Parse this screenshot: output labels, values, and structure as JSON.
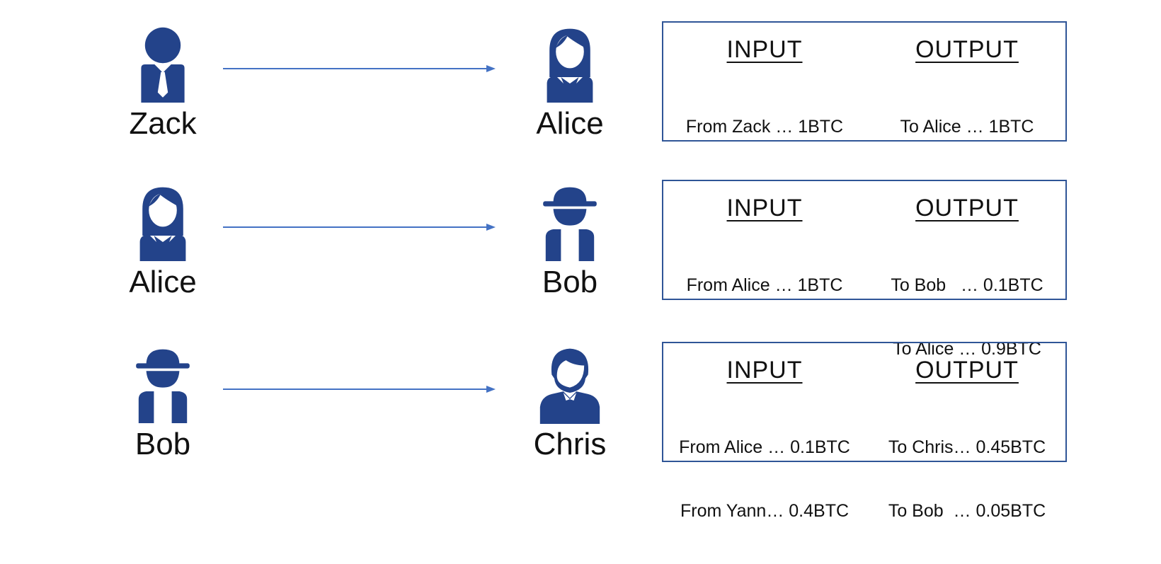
{
  "colors": {
    "icon": "#23438a",
    "arrow": "#4472c4",
    "box_border": "#2f5597"
  },
  "rows": [
    {
      "sender": {
        "name": "Zack",
        "icon": "businessman-icon"
      },
      "receiver": {
        "name": "Alice",
        "icon": "woman-icon"
      },
      "tx": {
        "input_label": "INPUT",
        "output_label": "OUTPUT",
        "inputs": [
          "From Zack … 1BTC"
        ],
        "outputs": [
          "To Alice … 1BTC"
        ]
      }
    },
    {
      "sender": {
        "name": "Alice",
        "icon": "woman-icon"
      },
      "receiver": {
        "name": "Bob",
        "icon": "hat-man-icon"
      },
      "tx": {
        "input_label": "INPUT",
        "output_label": "OUTPUT",
        "inputs": [
          "From Alice … 1BTC"
        ],
        "outputs": [
          "To Bob   … 0.1BTC",
          "To Alice … 0.9BTC"
        ]
      }
    },
    {
      "sender": {
        "name": "Bob",
        "icon": "hat-man-icon"
      },
      "receiver": {
        "name": "Chris",
        "icon": "man-icon"
      },
      "tx": {
        "input_label": "INPUT",
        "output_label": "OUTPUT",
        "inputs": [
          "From Alice … 0.1BTC",
          "From Yann… 0.4BTC"
        ],
        "outputs": [
          "To Chris… 0.45BTC",
          "To Bob  … 0.05BTC"
        ]
      }
    }
  ]
}
